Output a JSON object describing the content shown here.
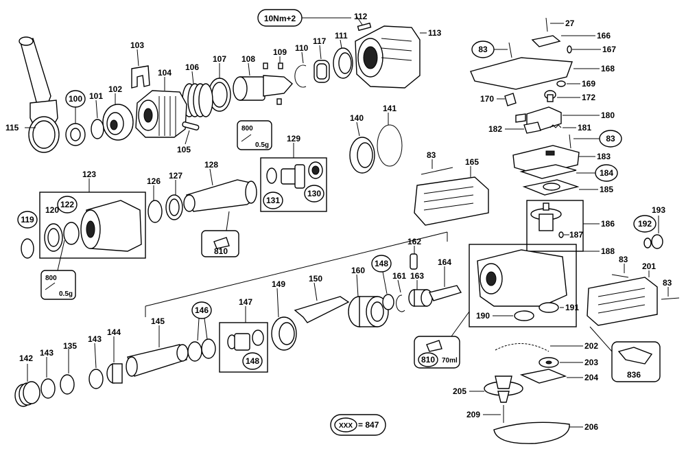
{
  "torque_note": "10Nm+2",
  "legend": {
    "code": "XXX",
    "equals": "= 847"
  },
  "grease_notes": {
    "g1": {
      "amount": "800",
      "weight": "0.5g"
    },
    "g2": {
      "amount": "800",
      "weight": "0.5g"
    },
    "g3": {
      "code": "810"
    },
    "g4": {
      "code": "810",
      "volume": "70ml"
    }
  },
  "kit_836": "836",
  "circled_labels": [
    "100",
    "83",
    "83",
    "184",
    "122",
    "119",
    "131",
    "130",
    "148",
    "148",
    "146",
    "192"
  ],
  "labels": {
    "p27": "27",
    "p166": "166",
    "p167": "167",
    "p168": "168",
    "p169": "169",
    "p170": "170",
    "p172": "172",
    "p180": "180",
    "p181": "181",
    "p182": "182",
    "p83a": "83",
    "p83b": "83",
    "p183": "183",
    "p184": "184",
    "p185": "185",
    "p186": "186",
    "p187": "187",
    "p192": "192",
    "p193": "193",
    "p188": "188",
    "p83c": "83",
    "p201": "201",
    "p83d": "83",
    "p190": "190",
    "p191": "191",
    "p202": "202",
    "p203": "203",
    "p204": "204",
    "p205": "205",
    "p206": "206",
    "p209": "209",
    "p112": "112",
    "p113": "113",
    "p103": "103",
    "p104": "104",
    "p106": "106",
    "p107": "107",
    "p108": "108",
    "p109": "109",
    "p110": "110",
    "p117": "117",
    "p111": "111",
    "p115": "115",
    "p100": "100",
    "p101": "101",
    "p102": "102",
    "p105": "105",
    "p129": "129",
    "p131": "131",
    "p130": "130",
    "p140": "140",
    "p141": "141",
    "p83e": "83",
    "p165": "165",
    "p123": "123",
    "p126": "126",
    "p127": "127",
    "p128": "128",
    "p119": "119",
    "p120": "120",
    "p122": "122",
    "p162": "162",
    "p164": "164",
    "p148a": "148",
    "p161": "161",
    "p163": "163",
    "p160": "160",
    "p150": "150",
    "p149": "149",
    "p147": "147",
    "p148b": "148",
    "p146": "146",
    "p145": "145",
    "p144": "144",
    "p143a": "143",
    "p135": "135",
    "p143b": "143",
    "p142": "142"
  }
}
